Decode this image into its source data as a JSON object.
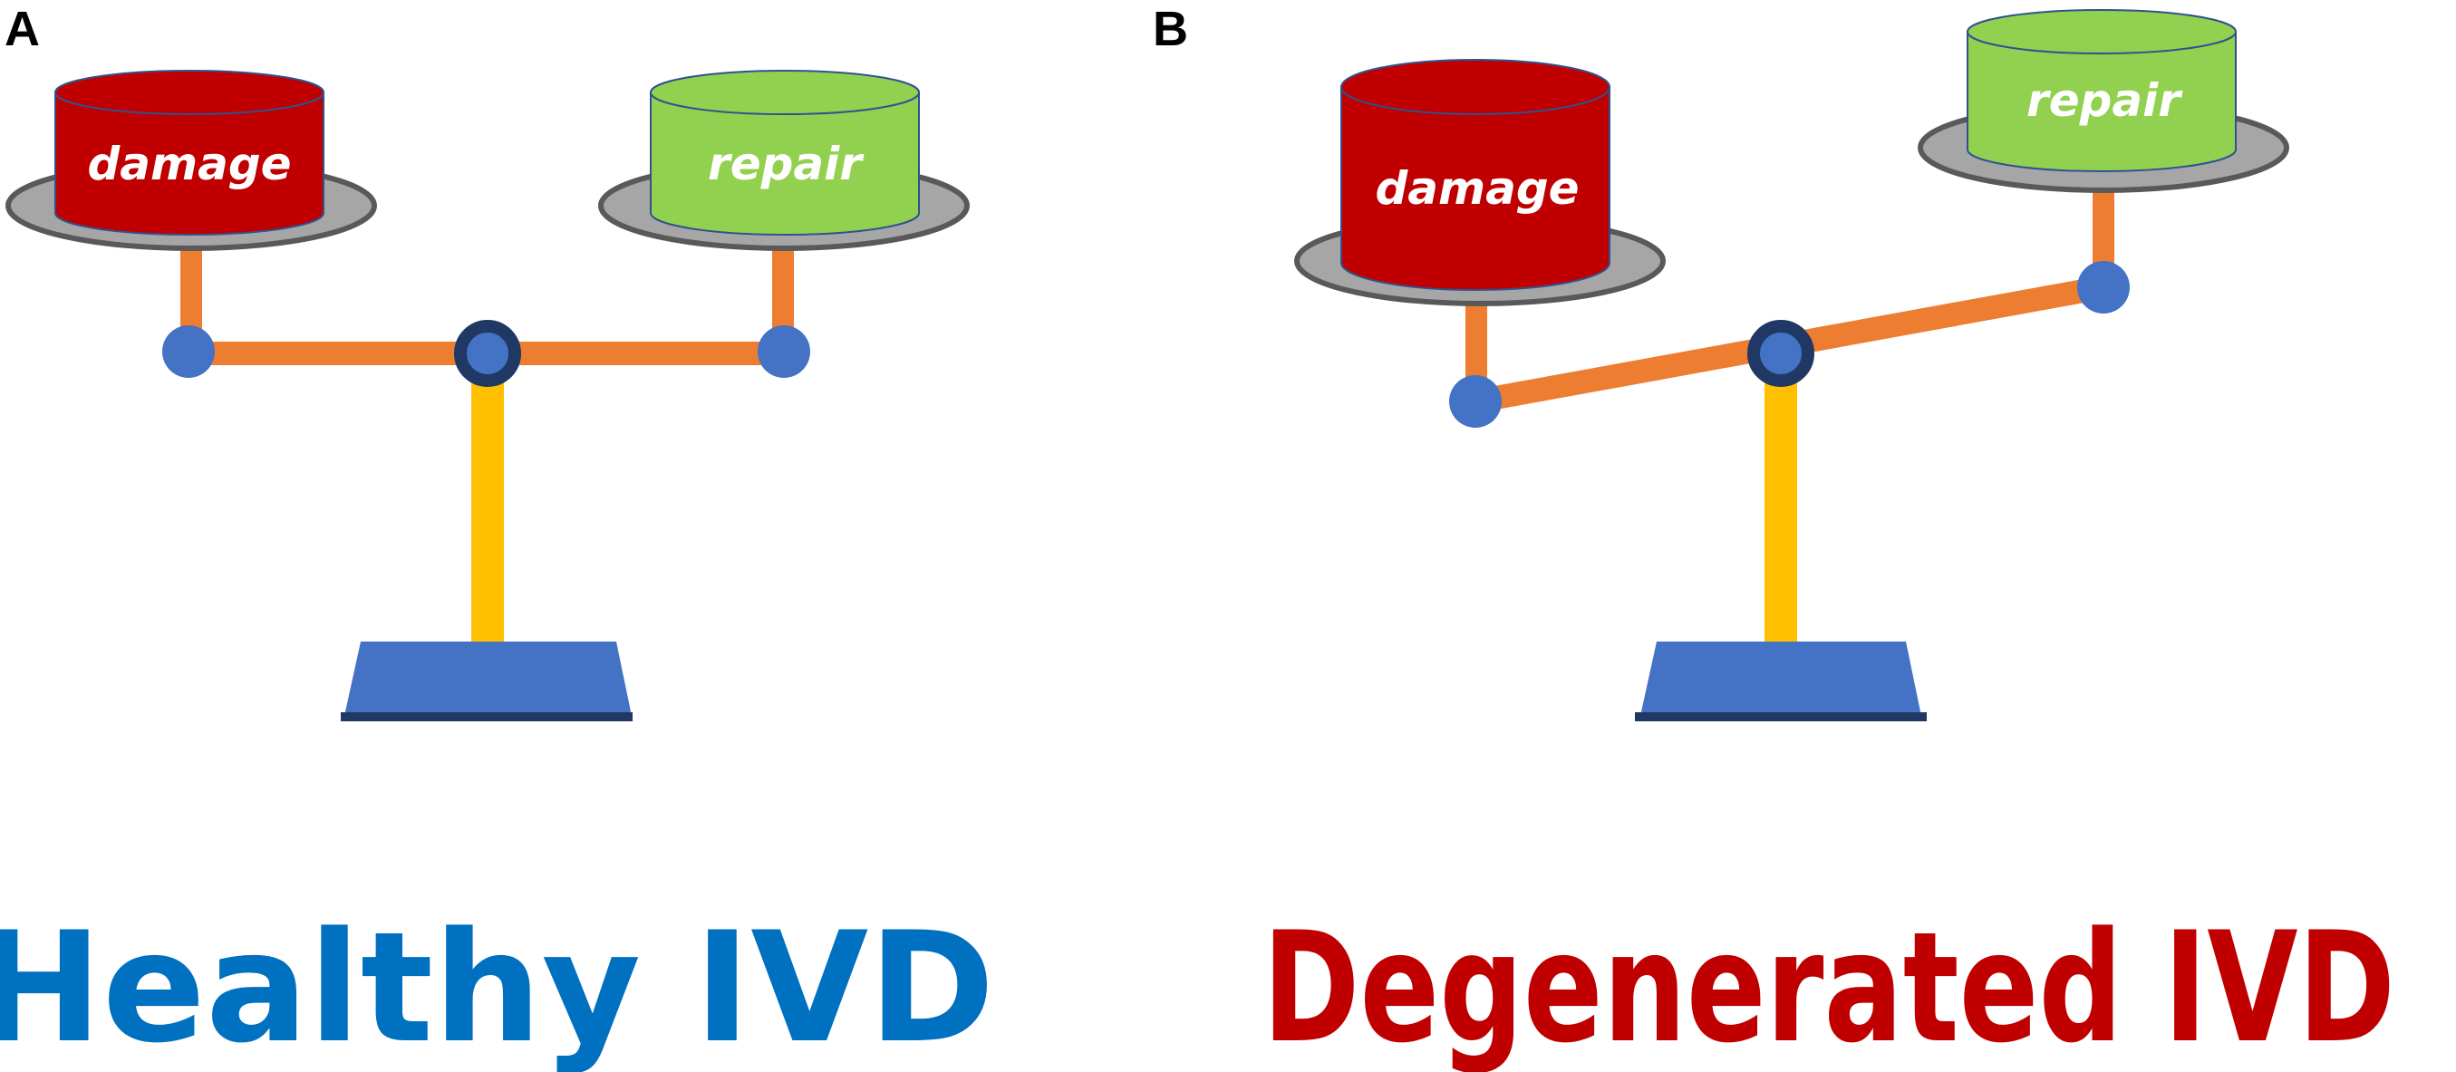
{
  "panels": [
    {
      "letter": "A",
      "left_bucket_label": "damage",
      "right_bucket_label": "repair",
      "caption": "Healthy IVD"
    },
    {
      "letter": "B",
      "left_bucket_label": "damage",
      "right_bucket_label": "repair",
      "caption": "Degenerated IVD"
    }
  ],
  "colors": {
    "damage": "#c00000",
    "repair": "#92d050",
    "beam": "#ed7d31",
    "stand": "#ffc000",
    "base": "#4472c4",
    "pivot": "#203864",
    "joint": "#4472c4",
    "pan": "#a6a6a6",
    "healthy_text": "#0070c0",
    "degenerated_text": "#c00000"
  }
}
